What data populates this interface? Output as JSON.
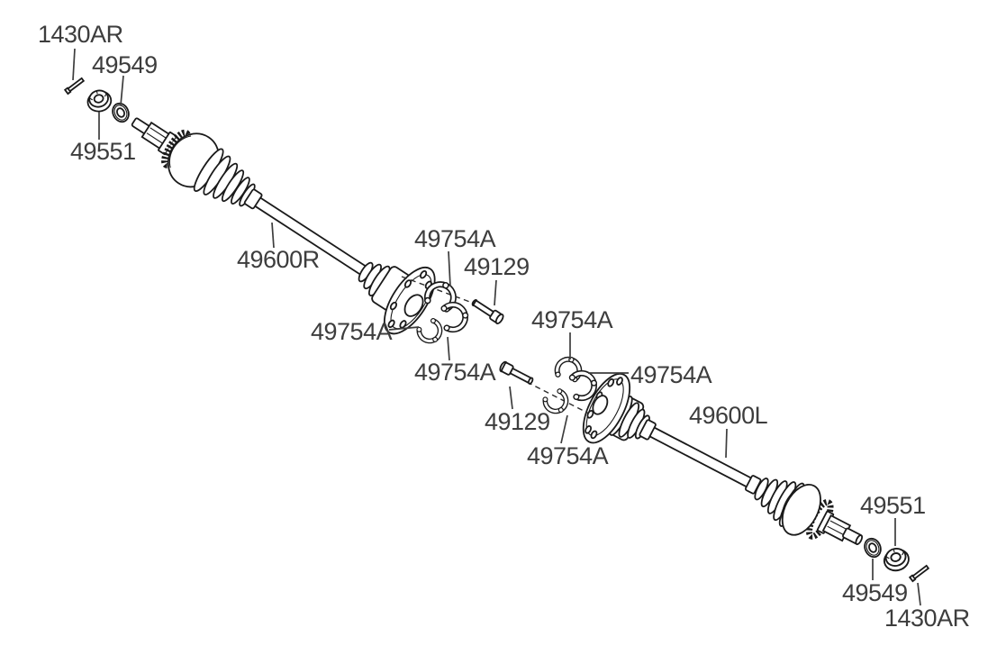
{
  "diagram": {
    "title": "Drive shaft parts exploded diagram",
    "colors": {
      "background": "#ffffff",
      "line": "#1a1a1a",
      "label_text": "#3d3d3d"
    },
    "part_numbers_shown": [
      "1430AR",
      "49549",
      "49551",
      "49600R",
      "49600L",
      "49129",
      "49754A"
    ]
  },
  "labels": [
    {
      "id": "pin-top-left",
      "text": "1430AR"
    },
    {
      "id": "washer-top-left",
      "text": "49549"
    },
    {
      "id": "nut-top-left",
      "text": "49551"
    },
    {
      "id": "shaft-right",
      "text": "49600R"
    },
    {
      "id": "clip-group1-top",
      "text": "49754A"
    },
    {
      "id": "bolt-group1",
      "text": "49129"
    },
    {
      "id": "clip-group1-left",
      "text": "49754A"
    },
    {
      "id": "clip-group1-bottom",
      "text": "49754A"
    },
    {
      "id": "clip-group2-top",
      "text": "49754A"
    },
    {
      "id": "clip-group2-right",
      "text": "49754A"
    },
    {
      "id": "bolt-group2",
      "text": "49129"
    },
    {
      "id": "clip-group2-bottom",
      "text": "49754A"
    },
    {
      "id": "shaft-left",
      "text": "49600L"
    },
    {
      "id": "nut-bottom-right",
      "text": "49551"
    },
    {
      "id": "washer-bottom-right",
      "text": "49549"
    },
    {
      "id": "pin-bottom-right",
      "text": "1430AR"
    }
  ]
}
